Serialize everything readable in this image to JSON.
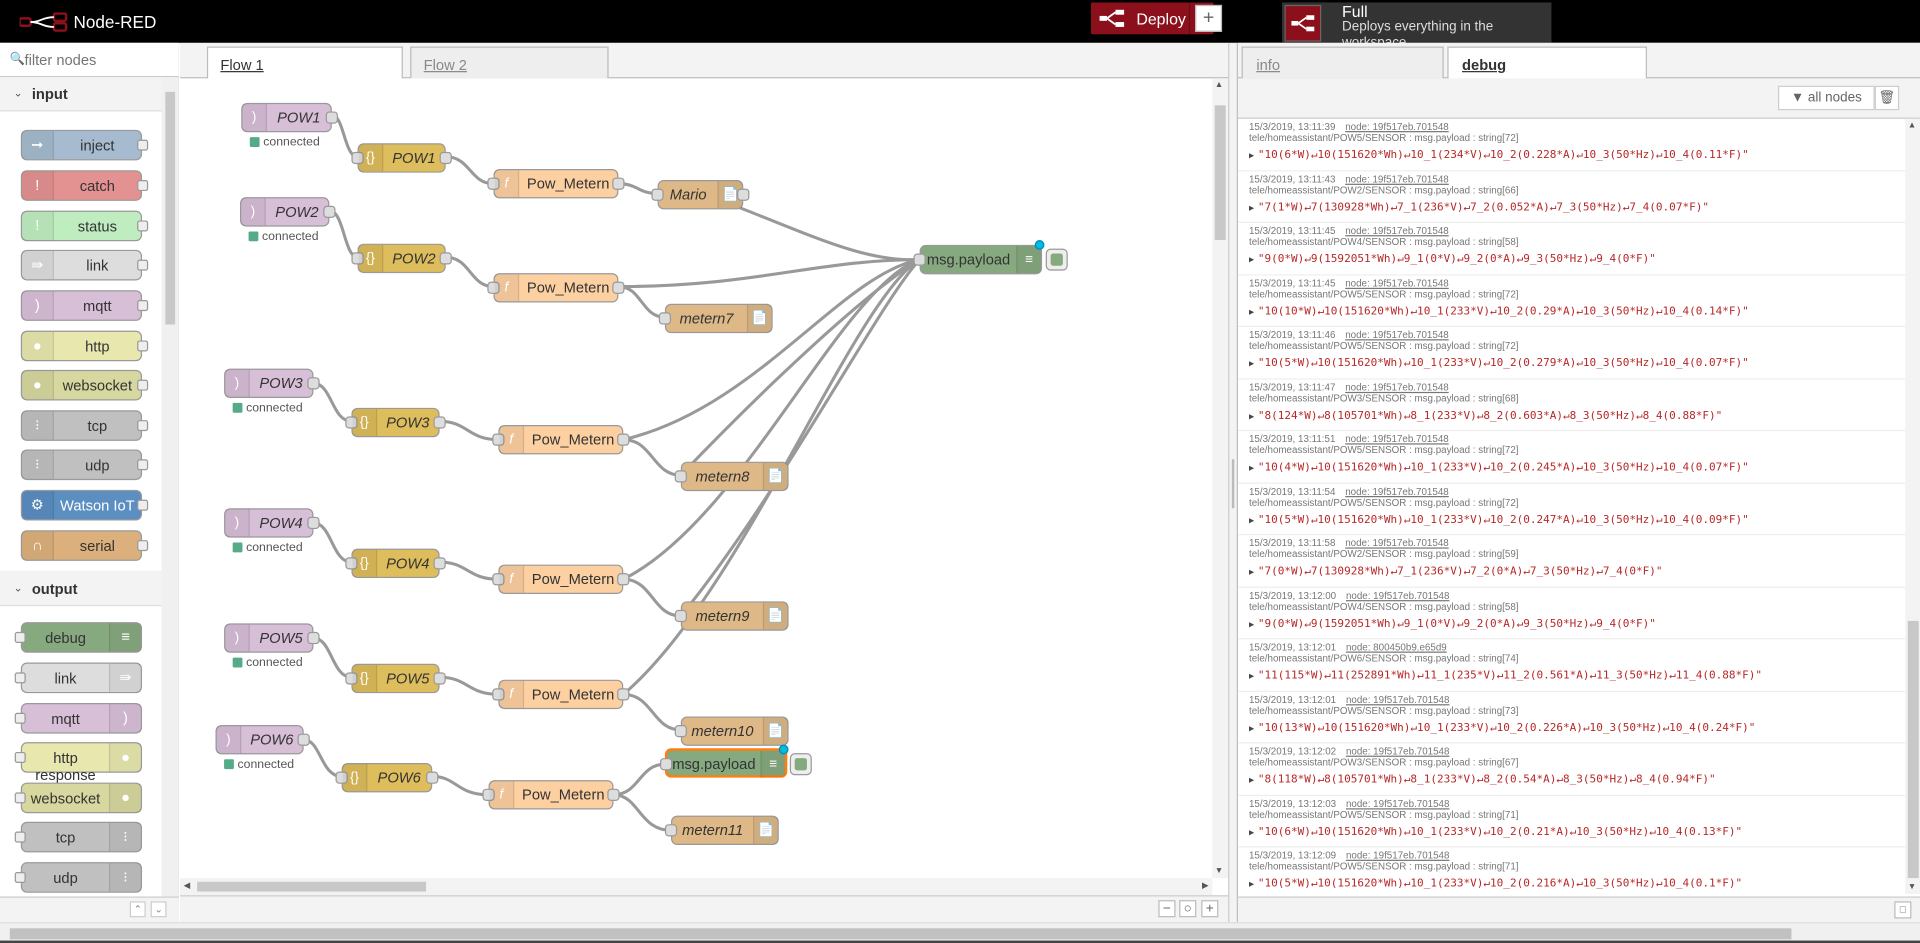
{
  "header": {
    "app_title": "Node-RED",
    "deploy_label": "Deploy",
    "tooltip_title": "Full",
    "tooltip_desc": "Deploys everything in the workspace"
  },
  "palette": {
    "search_placeholder": "filter nodes",
    "categories": [
      {
        "title": "input",
        "nodes": [
          "inject",
          "catch",
          "status",
          "link",
          "mqtt",
          "http",
          "websocket",
          "tcp",
          "udp",
          "Watson IoT",
          "serial"
        ]
      },
      {
        "title": "output",
        "nodes": [
          "debug",
          "link",
          "mqtt",
          "http response",
          "websocket",
          "tcp",
          "udp"
        ]
      }
    ]
  },
  "workspace": {
    "tabs": [
      "Flow 1",
      "Flow 2"
    ],
    "add_label": "+",
    "status_text": "connected",
    "nodes": {
      "mqtt": [
        "POW1",
        "POW2",
        "POW3",
        "POW4",
        "POW5",
        "POW6"
      ],
      "json": [
        "POW1",
        "POW2",
        "POW3",
        "POW4",
        "POW5",
        "POW6"
      ],
      "func": [
        "Pow_Metern",
        "Pow_Metern",
        "Pow_Metern",
        "Pow_Metern",
        "Pow_Metern",
        "Pow_Metern"
      ],
      "file": [
        "Mario",
        "metern7",
        "metern8",
        "metern9",
        "metern10",
        "metern11"
      ],
      "debug": [
        "msg.payload",
        "msg.payload"
      ]
    }
  },
  "sidebar": {
    "tabs": [
      "info",
      "debug"
    ],
    "filter_label": "all nodes",
    "messages": [
      {
        "time": "15/3/2019, 13:11:39",
        "node": "node: 19f517eb.701548",
        "topic": "tele/homeassistant/POW5/SENSOR : msg.payload : string[72]",
        "payload": "\"10(6*W)↵10(151620*Wh)↵10_1(234*V)↵10_2(0.228*A)↵10_3(50*Hz)↵10_4(0.11*F)\""
      },
      {
        "time": "15/3/2019, 13:11:43",
        "node": "node: 19f517eb.701548",
        "topic": "tele/homeassistant/POW2/SENSOR : msg.payload : string[66]",
        "payload": "\"7(1*W)↵7(130928*Wh)↵7_1(236*V)↵7_2(0.052*A)↵7_3(50*Hz)↵7_4(0.07*F)\""
      },
      {
        "time": "15/3/2019, 13:11:45",
        "node": "node: 19f517eb.701548",
        "topic": "tele/homeassistant/POW4/SENSOR : msg.payload : string[58]",
        "payload": "\"9(0*W)↵9(1592051*Wh)↵9_1(0*V)↵9_2(0*A)↵9_3(50*Hz)↵9_4(0*F)\""
      },
      {
        "time": "15/3/2019, 13:11:45",
        "node": "node: 19f517eb.701548",
        "topic": "tele/homeassistant/POW5/SENSOR : msg.payload : string[72]",
        "payload": "\"10(10*W)↵10(151620*Wh)↵10_1(233*V)↵10_2(0.29*A)↵10_3(50*Hz)↵10_4(0.14*F)\""
      },
      {
        "time": "15/3/2019, 13:11:46",
        "node": "node: 19f517eb.701548",
        "topic": "tele/homeassistant/POW5/SENSOR : msg.payload : string[72]",
        "payload": "\"10(5*W)↵10(151620*Wh)↵10_1(233*V)↵10_2(0.279*A)↵10_3(50*Hz)↵10_4(0.07*F)\""
      },
      {
        "time": "15/3/2019, 13:11:47",
        "node": "node: 19f517eb.701548",
        "topic": "tele/homeassistant/POW3/SENSOR : msg.payload : string[68]",
        "payload": "\"8(124*W)↵8(105701*Wh)↵8_1(233*V)↵8_2(0.603*A)↵8_3(50*Hz)↵8_4(0.88*F)\""
      },
      {
        "time": "15/3/2019, 13:11:51",
        "node": "node: 19f517eb.701548",
        "topic": "tele/homeassistant/POW5/SENSOR : msg.payload : string[72]",
        "payload": "\"10(4*W)↵10(151620*Wh)↵10_1(233*V)↵10_2(0.245*A)↵10_3(50*Hz)↵10_4(0.07*F)\""
      },
      {
        "time": "15/3/2019, 13:11:54",
        "node": "node: 19f517eb.701548",
        "topic": "tele/homeassistant/POW5/SENSOR : msg.payload : string[72]",
        "payload": "\"10(5*W)↵10(151620*Wh)↵10_1(233*V)↵10_2(0.247*A)↵10_3(50*Hz)↵10_4(0.09*F)\""
      },
      {
        "time": "15/3/2019, 13:11:58",
        "node": "node: 19f517eb.701548",
        "topic": "tele/homeassistant/POW2/SENSOR : msg.payload : string[59]",
        "payload": "\"7(0*W)↵7(130928*Wh)↵7_1(236*V)↵7_2(0*A)↵7_3(50*Hz)↵7_4(0*F)\""
      },
      {
        "time": "15/3/2019, 13:12:00",
        "node": "node: 19f517eb.701548",
        "topic": "tele/homeassistant/POW4/SENSOR : msg.payload : string[58]",
        "payload": "\"9(0*W)↵9(1592051*Wh)↵9_1(0*V)↵9_2(0*A)↵9_3(50*Hz)↵9_4(0*F)\""
      },
      {
        "time": "15/3/2019, 13:12:01",
        "node": "node: 800450b9.e65d9",
        "topic": "tele/homeassistant/POW6/SENSOR : msg.payload : string[74]",
        "payload": "\"11(115*W)↵11(252891*Wh)↵11_1(235*V)↵11_2(0.561*A)↵11_3(50*Hz)↵11_4(0.88*F)\""
      },
      {
        "time": "15/3/2019, 13:12:01",
        "node": "node: 19f517eb.701548",
        "topic": "tele/homeassistant/POW5/SENSOR : msg.payload : string[73]",
        "payload": "\"10(13*W)↵10(151620*Wh)↵10_1(233*V)↵10_2(0.226*A)↵10_3(50*Hz)↵10_4(0.24*F)\""
      },
      {
        "time": "15/3/2019, 13:12:02",
        "node": "node: 19f517eb.701548",
        "topic": "tele/homeassistant/POW3/SENSOR : msg.payload : string[67]",
        "payload": "\"8(118*W)↵8(105701*Wh)↵8_1(233*V)↵8_2(0.54*A)↵8_3(50*Hz)↵8_4(0.94*F)\""
      },
      {
        "time": "15/3/2019, 13:12:03",
        "node": "node: 19f517eb.701548",
        "topic": "tele/homeassistant/POW5/SENSOR : msg.payload : string[71]",
        "payload": "\"10(6*W)↵10(151620*Wh)↵10_1(233*V)↵10_2(0.21*A)↵10_3(50*Hz)↵10_4(0.13*F)\""
      },
      {
        "time": "15/3/2019, 13:12:09",
        "node": "node: 19f517eb.701548",
        "topic": "tele/homeassistant/POW5/SENSOR : msg.payload : string[71]",
        "payload": "\"10(5*W)↵10(151620*Wh)↵10_1(233*V)↵10_2(0.216*A)↵10_3(50*Hz)↵10_4(0.1*F)\""
      }
    ]
  },
  "colors": {
    "header_bg": "#000000",
    "deploy_red": "#8c101c",
    "mqtt": "#d8bfd8",
    "json": "#debd5c",
    "function": "#fdd0a2",
    "file": "#deb887",
    "debug": "#87a980",
    "payload_text": "#b72828"
  }
}
